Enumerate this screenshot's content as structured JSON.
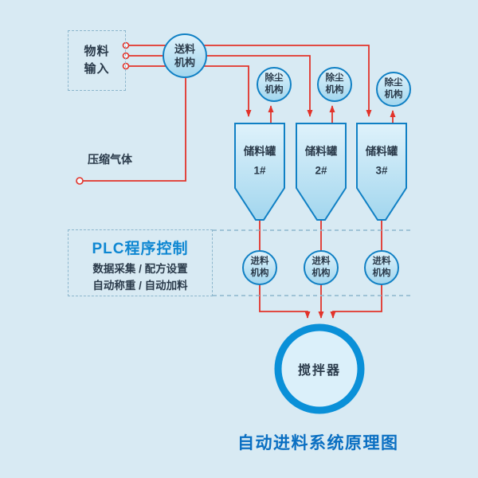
{
  "title": "自动进料系统原理图",
  "colors": {
    "background": "#d8eaf3",
    "pipe_red": "#e2332a",
    "node_border": "#1080c4",
    "node_fill_light": "#dff2fb",
    "node_fill_dark": "#a2d6ee",
    "mixer_ring": "#0a90d8",
    "plc_title_blue": "#0e87d2",
    "diagram_title_blue": "#0a6fc2",
    "dashed_border": "#8cb6cc",
    "text_dark": "#2a3a4a"
  },
  "nodes": {
    "material_input": {
      "label": "物料\n输入"
    },
    "feeder": {
      "label": "送料\n机构"
    },
    "compressed_gas": {
      "label": "压缩气体"
    },
    "dust_removers": [
      {
        "label": "除尘\n机构"
      },
      {
        "label": "除尘\n机构"
      },
      {
        "label": "除尘\n机构"
      }
    ],
    "tanks": [
      {
        "label": "储料罐\n1#"
      },
      {
        "label": "储料罐\n2#"
      },
      {
        "label": "储料罐\n3#"
      }
    ],
    "feed_mechanisms": [
      {
        "label": "进料\n机构"
      },
      {
        "label": "进料\n机构"
      },
      {
        "label": "进料\n机构"
      }
    ],
    "mixer": {
      "label": "搅拌器"
    }
  },
  "plc": {
    "title": "PLC程序控制",
    "line1": "数据采集 / 配方设置",
    "line2": "自动称重 / 自动加料"
  }
}
